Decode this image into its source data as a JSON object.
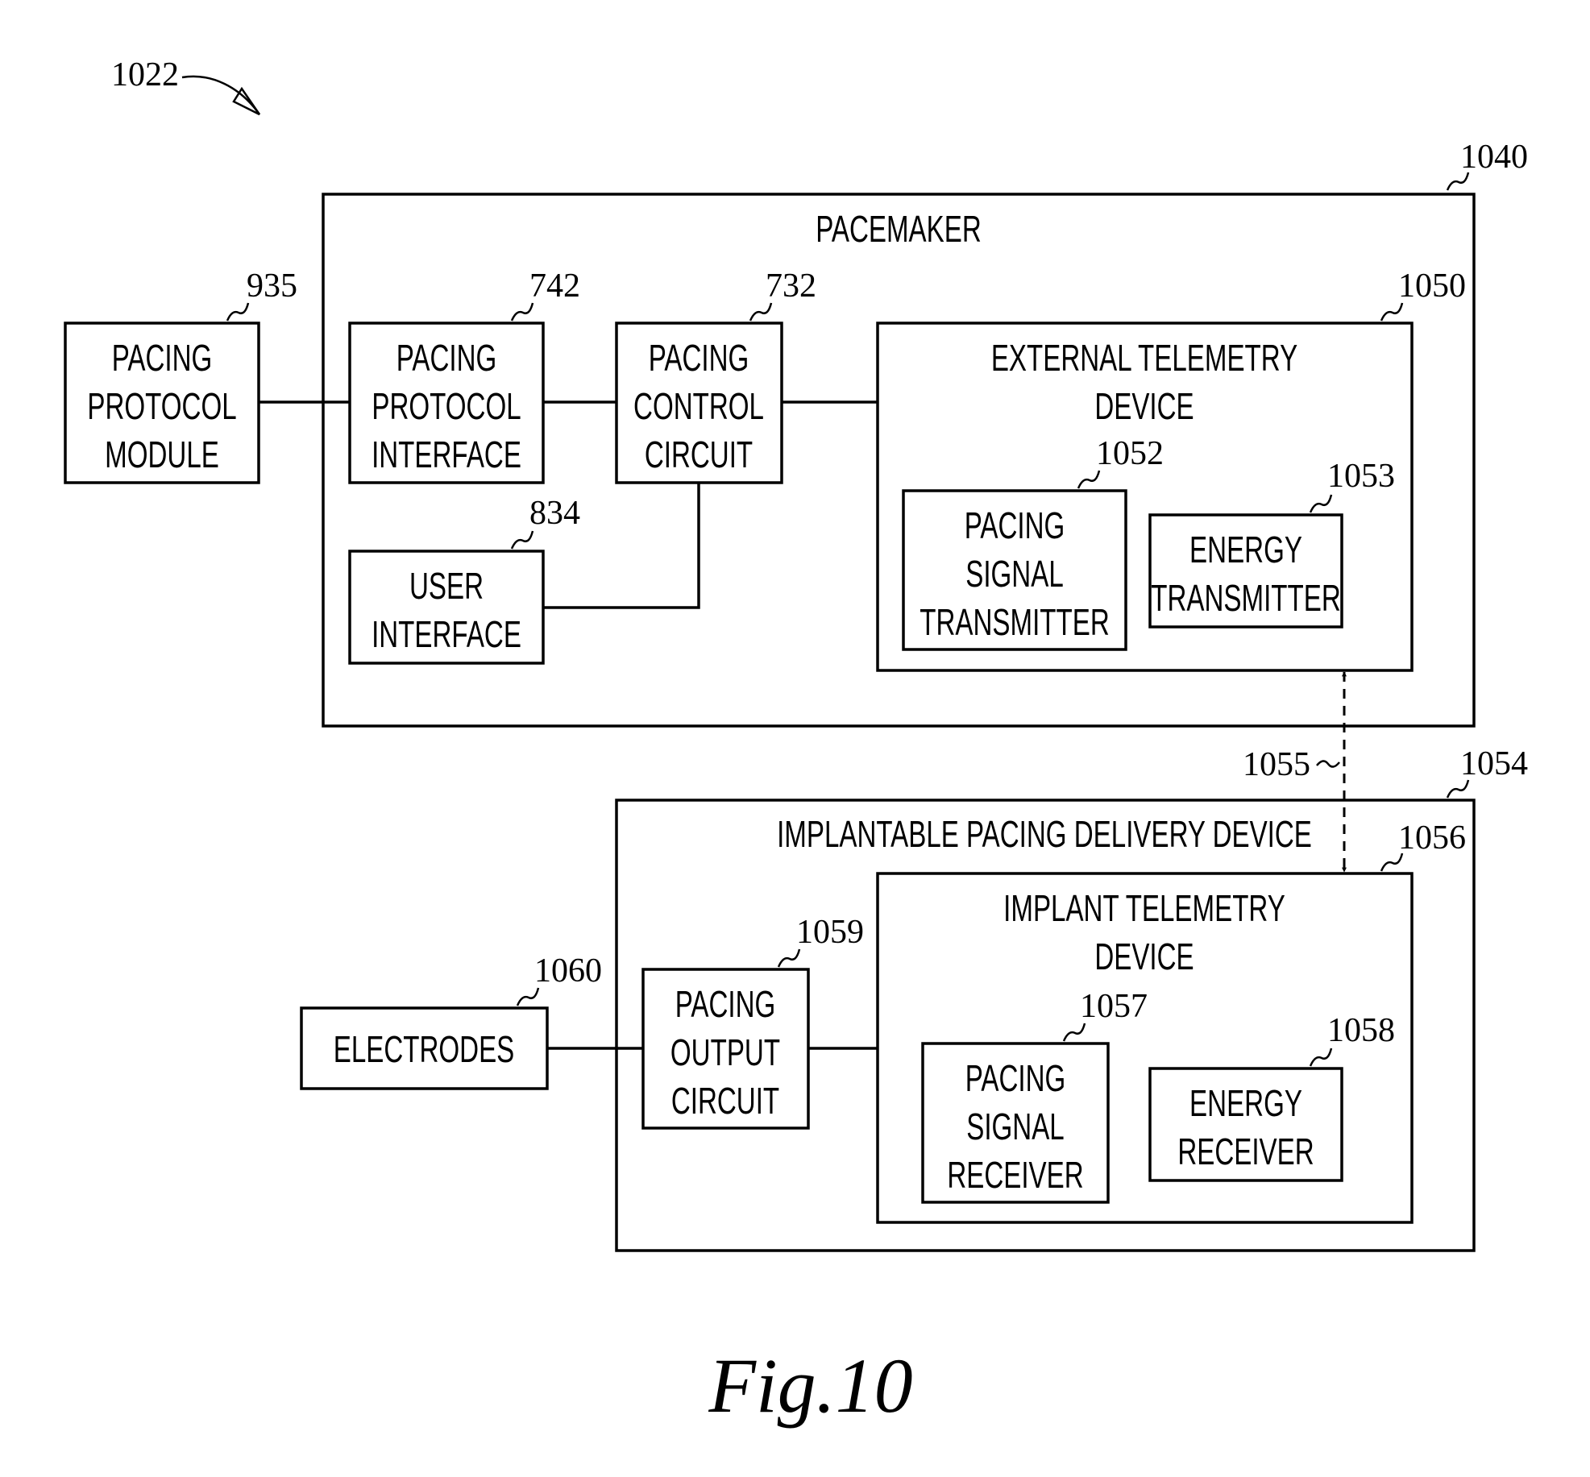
{
  "figure_ref": "1022",
  "figure_caption": "Fig.10",
  "pacemaker": {
    "ref": "1040",
    "title": "PACEMAKER",
    "pacing_protocol_interface": {
      "ref": "742",
      "lines": [
        "PACING",
        "PROTOCOL",
        "INTERFACE"
      ]
    },
    "pacing_control_circuit": {
      "ref": "732",
      "lines": [
        "PACING",
        "CONTROL",
        "CIRCUIT"
      ]
    },
    "user_interface": {
      "ref": "834",
      "lines": [
        "USER",
        "INTERFACE"
      ]
    },
    "external_telemetry_device": {
      "ref": "1050",
      "lines": [
        "EXTERNAL TELEMETRY",
        "DEVICE"
      ],
      "pacing_signal_transmitter": {
        "ref": "1052",
        "lines": [
          "PACING",
          "SIGNAL",
          "TRANSMITTER"
        ]
      },
      "energy_transmitter": {
        "ref": "1053",
        "lines": [
          "ENERGY",
          "TRANSMITTER"
        ]
      }
    }
  },
  "pacing_protocol_module": {
    "ref": "935",
    "lines": [
      "PACING",
      "PROTOCOL",
      "MODULE"
    ]
  },
  "wireless_link": {
    "ref": "1055"
  },
  "implantable_pacing_delivery_device": {
    "ref": "1054",
    "title": "IMPLANTABLE PACING DELIVERY DEVICE",
    "pacing_output_circuit": {
      "ref": "1059",
      "lines": [
        "PACING",
        "OUTPUT",
        "CIRCUIT"
      ]
    },
    "implant_telemetry_device": {
      "ref": "1056",
      "lines": [
        "IMPLANT TELEMETRY",
        "DEVICE"
      ],
      "pacing_signal_receiver": {
        "ref": "1057",
        "lines": [
          "PACING",
          "SIGNAL",
          "RECEIVER"
        ]
      },
      "energy_receiver": {
        "ref": "1058",
        "lines": [
          "ENERGY",
          "RECEIVER"
        ]
      }
    }
  },
  "electrodes": {
    "ref": "1060",
    "lines": [
      "ELECTRODES"
    ]
  }
}
